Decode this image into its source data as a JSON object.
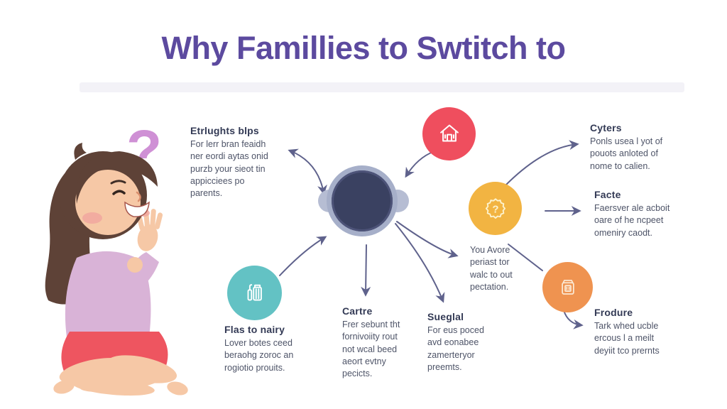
{
  "title": "Why Famillies to Swtitch to",
  "illustration": {
    "description": "cartoon girl sitting cross-legged, raising hand, thinking",
    "question_mark": "?"
  },
  "hub": {
    "description": "central dark circle connector"
  },
  "blocks": {
    "etrlughts": {
      "heading": "Etrlughts blps",
      "body": "For lerr bran feaidh ner eordi aytas onid purzb your sieot tin appicciees po parents."
    },
    "cyters": {
      "heading": "Cyters",
      "body": "Ponls usea l yot of pouots anloted of nome to calien."
    },
    "facte": {
      "heading": "Facte",
      "body": "Faersver ale acboit oare of he ncpeet omeniry caodt."
    },
    "you_avore": {
      "body": "You Avore periast tor walc to out pectation."
    },
    "frodure": {
      "heading": "Frodure",
      "body": "Tark whed ucble ercous l a meilt deyiit tco prernts"
    },
    "flas": {
      "heading": "Flas to nairy",
      "body": "Lover botes ceed beraohg zoroc an rogiotio prouits."
    },
    "cartre": {
      "heading": "Cartre",
      "body": "Frer sebunt tht fornivoiity rout not wcal beed aeort evtny pecicts."
    },
    "sueglal": {
      "heading": "Sueglal",
      "body": "For eus poced avd eonabee zamerteryor preemts."
    }
  },
  "icons": {
    "house": "house-icon",
    "badge": "question-badge-icon",
    "badge_glyph": "?",
    "bottle": "baby-bottle-icon",
    "jar": "product-jar-icon"
  },
  "colors": {
    "title": "#5c4a9f",
    "heading_text": "#333a55",
    "body_text": "#4e5468",
    "arrow": "#5f628c",
    "hub_dark": "#3a4161",
    "hub_ring": "#a6afc9",
    "circle_red": "#ef4e5e",
    "circle_yellow": "#f2b442",
    "circle_teal": "#63c2c4",
    "circle_orange": "#ef9350",
    "question_mark_pink": "#cf90d5"
  }
}
